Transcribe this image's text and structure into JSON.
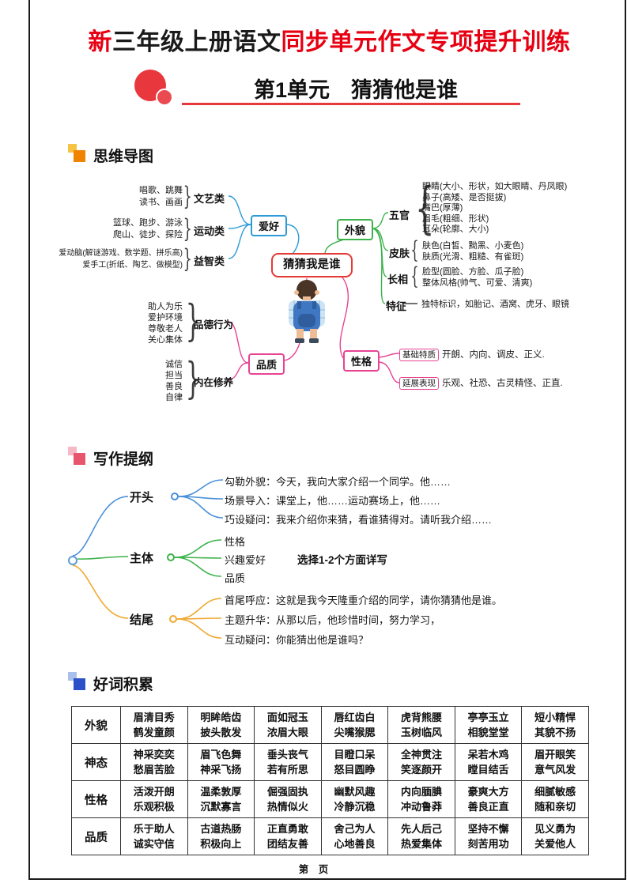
{
  "colors": {
    "accent_red": "#e8383d",
    "title_red": "#e60012",
    "center_node_red": "#e53935",
    "hobby_blue": "#2e9bd6",
    "appearance_green": "#3cb24a",
    "quality_pink": "#e84393",
    "outline_head_blue": "#4a90d9",
    "outline_body_green": "#3cb24a",
    "outline_end_orange": "#f0a830",
    "mindmap_icon": [
      "#f6c445",
      "#f08300"
    ],
    "outline_icon": [
      "#f5b8c4",
      "#e8566e"
    ],
    "words_icon": [
      "#a9c0ea",
      "#2b50c8"
    ]
  },
  "glyphs": {
    "brace_open": "{",
    "brace_close": "}"
  },
  "header": {
    "title_parts": [
      {
        "text": "新",
        "color": "#e60012"
      },
      {
        "text": "三年级上册语文",
        "color": "#1a1a1a"
      },
      {
        "text": "同步单元作文专项",
        "color": "#e60012"
      },
      {
        "text": "提升训练",
        "color": "#e60012"
      }
    ],
    "unit_title": "第1单元　猜猜他是谁"
  },
  "sections": {
    "mindmap": "思维导图",
    "outline": "写作提纲",
    "words": "好词积累"
  },
  "mindmap": {
    "center": "猜猜我是谁",
    "boy_illustration": "boy-with-blue-backpack",
    "hobby": {
      "label": "爱好",
      "groups": [
        {
          "label": "文艺类",
          "items": "唱歌、跳舞\n读书、画画"
        },
        {
          "label": "运动类",
          "items": "篮球、跑步、游泳\n爬山、徒步、探险"
        },
        {
          "label": "益智类",
          "items": "爱动脑(解谜游戏、数学题、拼乐高)\n爱手工(折纸、陶艺、做模型)"
        }
      ]
    },
    "quality": {
      "label": "品质",
      "groups": [
        {
          "label": "品德行为",
          "items": "助人为乐\n爱护环境\n尊敬老人\n关心集体"
        },
        {
          "label": "内在修养",
          "items": "诚信\n担当\n善良\n自律"
        }
      ]
    },
    "appearance": {
      "label": "外貌",
      "groups": [
        {
          "label": "五官",
          "items": "眼睛(大小、形状，如大眼睛、丹凤眼)\n鼻子(高矮、是否挺拔)\n嘴巴(厚薄)\n眉毛(粗细、形状)\n耳朵(轮廓、大小)"
        },
        {
          "label": "皮肤",
          "items": "肤色(白皙、黝黑、小麦色)\n肤质(光滑、粗糙、有雀斑)"
        },
        {
          "label": "长相",
          "items": "脸型(圆脸、方脸、瓜子脸)\n整体风格(帅气、可爱、清爽)"
        },
        {
          "label": "特征",
          "items": "独特标识，如胎记、酒窝、虎牙、眼镜"
        }
      ]
    },
    "personality": {
      "label": "性格",
      "items": [
        {
          "tag": "基础特质",
          "text": "开朗、内向、调皮、正义."
        },
        {
          "tag": "延展表现",
          "text": "乐观、社恐、古灵精怪、正直."
        }
      ]
    }
  },
  "outline": {
    "branches": [
      {
        "label": "开头",
        "items": [
          "勾勒外貌：今天，我向大家介绍一个同学。他……",
          "场景导入：课堂上，他……运动赛场上，他……",
          "巧设疑问：我来介绍你来猜，看谁猜得对。请听我介绍……"
        ]
      },
      {
        "label": "主体",
        "items": [
          "性格",
          "兴趣爱好",
          "品质"
        ],
        "note": "选择1-2个方面详写"
      },
      {
        "label": "结尾",
        "items": [
          "首尾呼应：这就是我今天隆重介绍的同学，请你猜猜他是谁。",
          "主题升华：从那以后，他珍惜时间，努力学习，",
          "互动疑问：你能猜出他是谁吗？"
        ]
      }
    ]
  },
  "words": {
    "rows": [
      {
        "category": "外貌",
        "cells": [
          "眉清目秀\n鹤发童颜",
          "明眸皓齿\n披头散发",
          "面如冠玉\n浓眉大眼",
          "唇红齿白\n尖嘴猴腮",
          "虎背熊腰\n玉树临风",
          "亭亭玉立\n相貌堂堂",
          "短小精悍\n其貌不扬"
        ]
      },
      {
        "category": "神态",
        "cells": [
          "神采奕奕\n愁眉苦脸",
          "眉飞色舞\n神采飞扬",
          "垂头丧气\n若有所思",
          "目瞪口呆\n怒目圆睁",
          "全神贯注\n笑逐颜开",
          "呆若木鸡\n瞠目结舌",
          "眉开眼笑\n意气风发"
        ]
      },
      {
        "category": "性格",
        "cells": [
          "活泼开朗\n乐观积极",
          "温柔敦厚\n沉默寡言",
          "倔强固执\n热情似火",
          "幽默风趣\n冷静沉稳",
          "内向腼腆\n冲动鲁莽",
          "豪爽大方\n善良正直",
          "细腻敏感\n随和亲切"
        ]
      },
      {
        "category": "品质",
        "cells": [
          "乐于助人\n诚实守信",
          "古道热肠\n积极向上",
          "正直勇敢\n团结友善",
          "舍己为人\n心地善良",
          "先人后己\n热爱集体",
          "坚持不懈\n刻苦用功",
          "见义勇为\n关爱他人"
        ]
      }
    ]
  },
  "footer": {
    "page_label": "第　页"
  }
}
